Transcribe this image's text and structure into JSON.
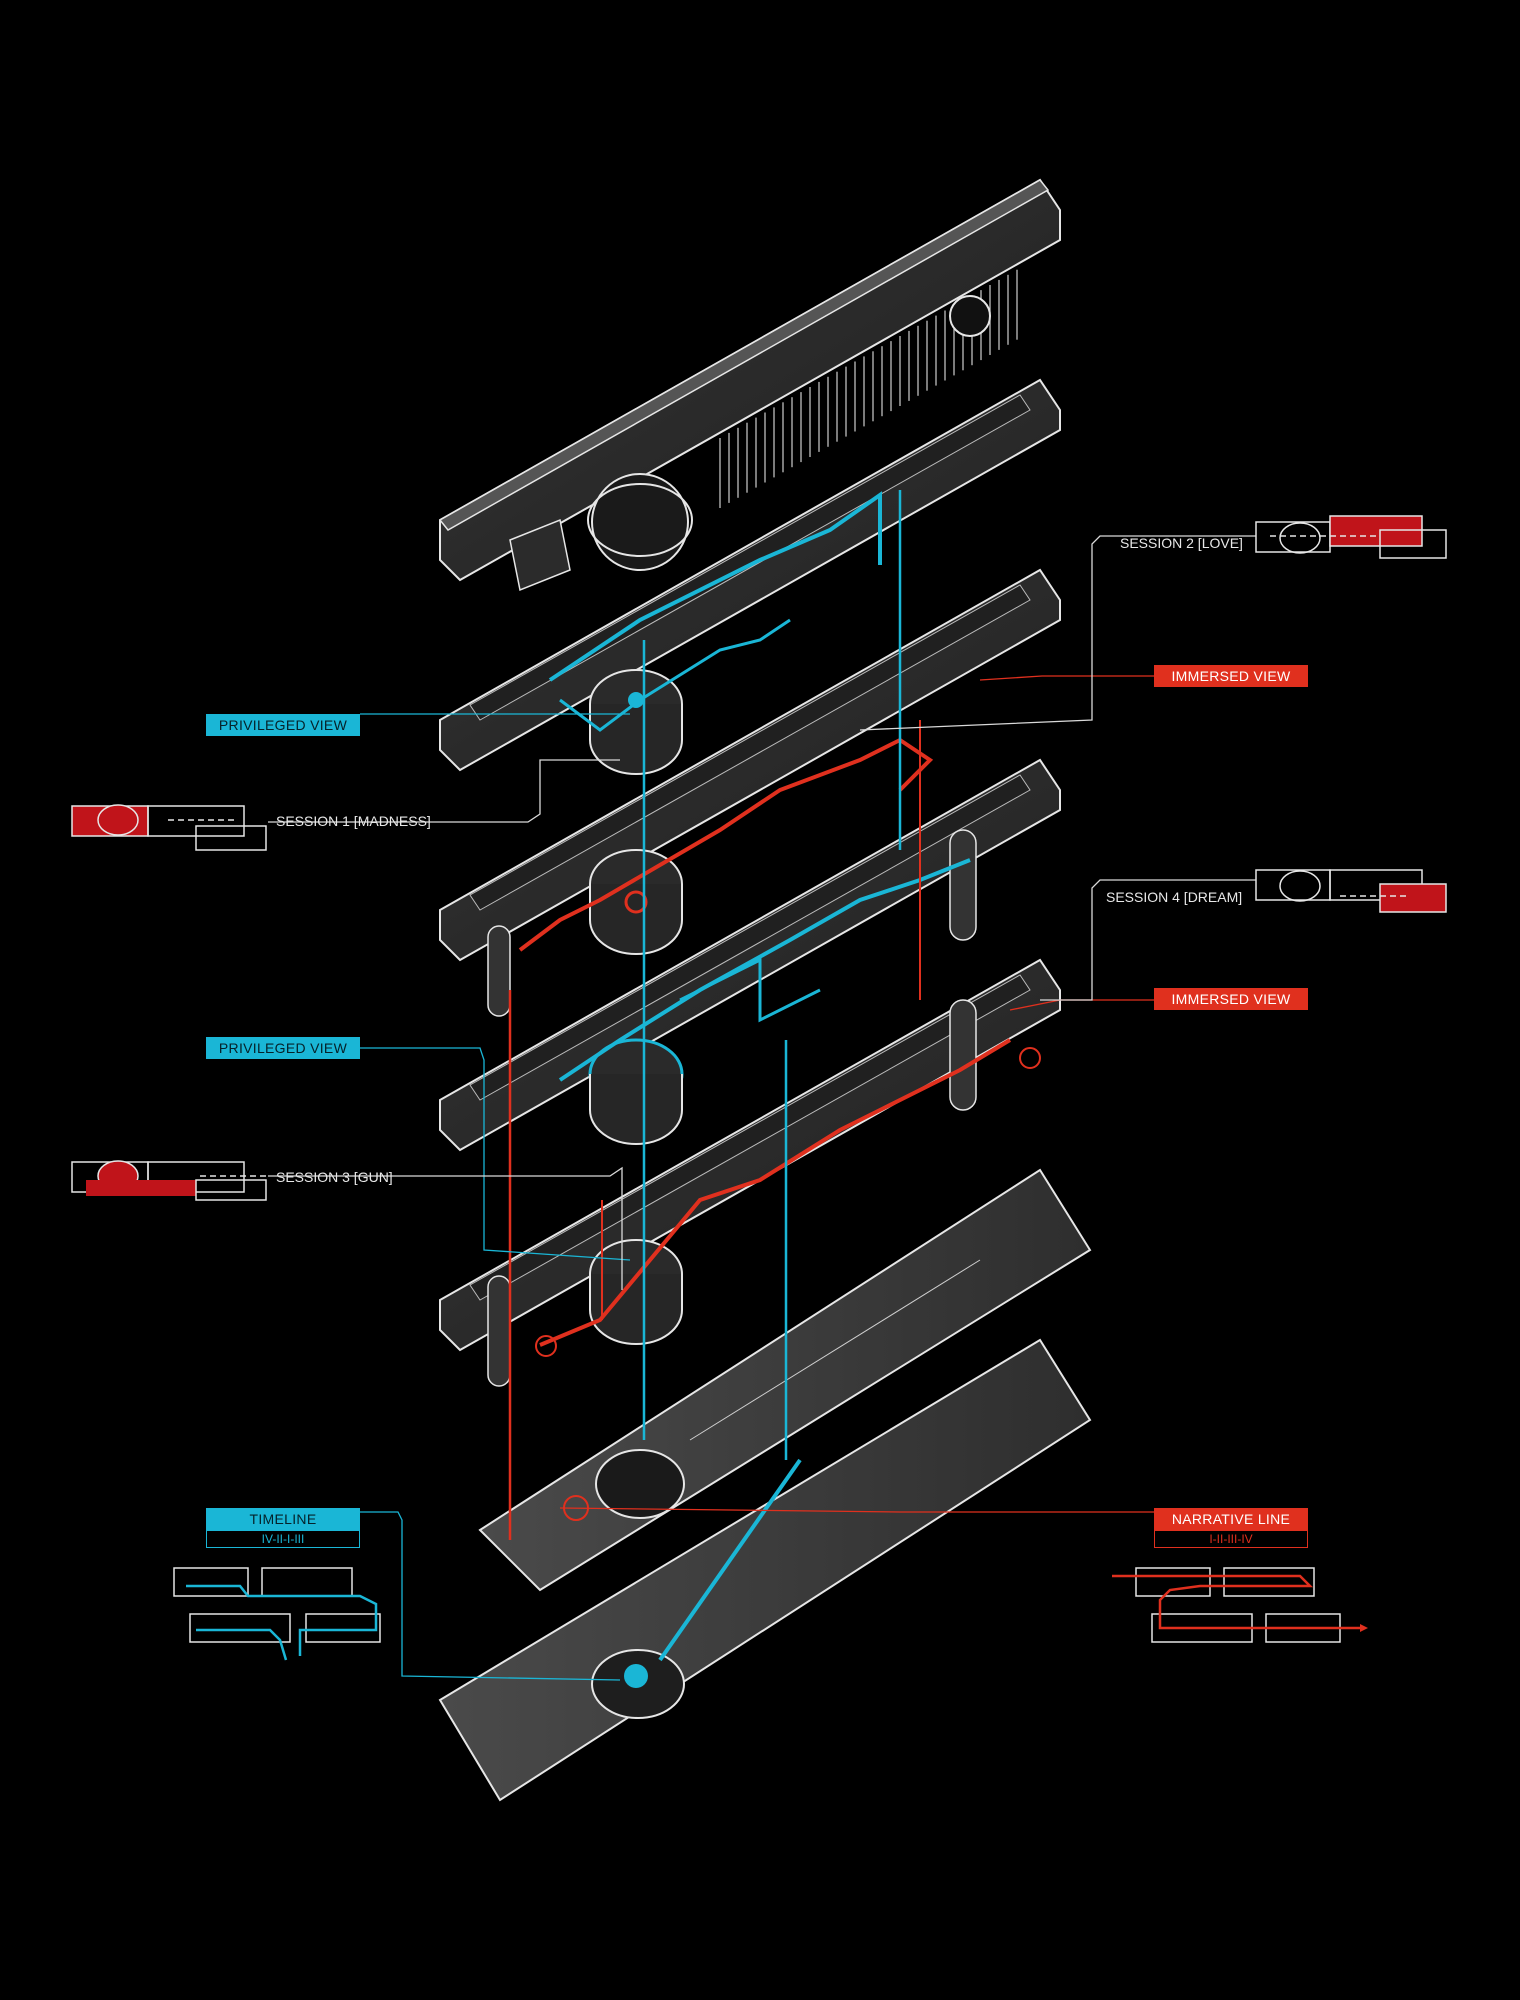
{
  "colors": {
    "background": "#000000",
    "privileged": "#1ab6d6",
    "immersed": "#e0301e",
    "linework": "#e6e6e6"
  },
  "labels": {
    "privileged_view_1": "PRIVILEGED VIEW",
    "privileged_view_2": "PRIVILEGED VIEW",
    "immersed_view_1": "IMMERSED VIEW",
    "immersed_view_2": "IMMERSED VIEW",
    "session_1": "SESSION 1 [MADNESS]",
    "session_2": "SESSION 2 [LOVE]",
    "session_3": "SESSION 3 [GUN]",
    "session_4": "SESSION 4 [DREAM]",
    "timeline": "TIMELINE",
    "timeline_sequence": "IV-II-I-III",
    "narrative_line": "NARRATIVE LINE",
    "narrative_sequence": "I-II-III-IV"
  }
}
